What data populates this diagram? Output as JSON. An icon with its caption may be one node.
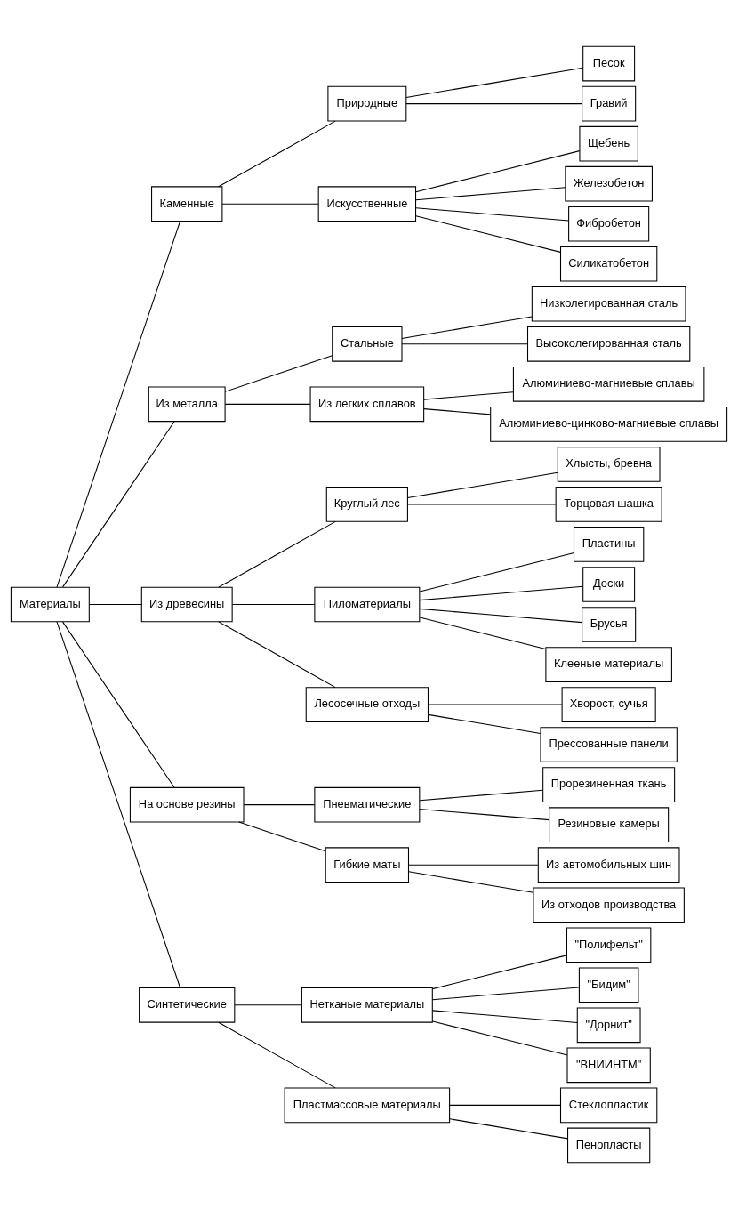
{
  "diagram": {
    "nodes": [
      {
        "text": [
          "Материалы"
        ]
      },
      {
        "text": [
          "Каменные"
        ]
      },
      {
        "text": [
          "Природные"
        ]
      },
      {
        "text": [
          "Песок"
        ]
      },
      {
        "text": [
          "Гравий"
        ]
      },
      {
        "text": [
          "Искусственные"
        ]
      },
      {
        "text": [
          "Щебень"
        ]
      },
      {
        "text": [
          "Железобетон"
        ]
      },
      {
        "text": [
          "Фибробетон"
        ]
      },
      {
        "text": [
          "Силикатобетон"
        ]
      },
      {
        "text": [
          "Из металла"
        ]
      },
      {
        "text": [
          "Стальные"
        ]
      },
      {
        "text": [
          "Низколегированная сталь"
        ]
      },
      {
        "text": [
          "Высоколегированная сталь"
        ]
      },
      {
        "text": [
          "Из легких сплавов"
        ]
      },
      {
        "text": [
          "Алюминиево-магниевые сплавы"
        ]
      },
      {
        "text": [
          "Алюминиево-цинково-магниевые сплавы"
        ]
      },
      {
        "text": [
          "Из древесины"
        ]
      },
      {
        "text": [
          "Круглый лес"
        ]
      },
      {
        "text": [
          "Хлысты, бревна"
        ]
      },
      {
        "text": [
          "Торцовая шашка"
        ]
      },
      {
        "text": [
          "Пиломатериалы"
        ]
      },
      {
        "text": [
          "Пластины"
        ]
      },
      {
        "text": [
          "Доски"
        ]
      },
      {
        "text": [
          "Брусья"
        ]
      },
      {
        "text": [
          "Клееные материалы"
        ]
      },
      {
        "text": [
          "Лесосечные отходы"
        ]
      },
      {
        "text": [
          "Хворост, сучья"
        ]
      },
      {
        "text": [
          "Прессованные панели"
        ]
      },
      {
        "text": [
          "На основе резины"
        ]
      },
      {
        "text": [
          "Пневматические"
        ]
      },
      {
        "text": [
          "Прорезиненная ткань"
        ]
      },
      {
        "text": [
          "Резиновые камеры"
        ]
      },
      {
        "text": [
          "Гибкие маты"
        ]
      },
      {
        "text": [
          "Из автомобильных шин"
        ]
      },
      {
        "text": [
          "Из отходов производства"
        ]
      },
      {
        "text": [
          "Синтетические"
        ]
      },
      {
        "text": [
          "Нетканые материалы"
        ]
      },
      {
        "text": [
          "\"Полифельт\""
        ]
      },
      {
        "text": [
          "\"Бидим\""
        ]
      },
      {
        "text": [
          "\"Дорнит\""
        ]
      },
      {
        "text": [
          "\"ВНИИНТМ\""
        ]
      },
      {
        "text": [
          "Пластмассовые материалы"
        ]
      },
      {
        "text": [
          "Стеклопластик"
        ]
      },
      {
        "text": [
          "Пенопласты"
        ]
      }
    ],
    "edges": [
      {
        "from": 0,
        "to": 1,
        "arrow": "none"
      },
      {
        "from": 1,
        "to": 2,
        "arrow": "none"
      },
      {
        "from": 2,
        "to": 3,
        "arrow": "none"
      },
      {
        "from": 2,
        "to": 4,
        "arrow": "none"
      },
      {
        "from": 1,
        "to": 5,
        "arrow": "none"
      },
      {
        "from": 5,
        "to": 6,
        "arrow": "none"
      },
      {
        "from": 5,
        "to": 7,
        "arrow": "none"
      },
      {
        "from": 5,
        "to": 8,
        "arrow": "none"
      },
      {
        "from": 5,
        "to": 9,
        "arrow": "none"
      },
      {
        "from": 0,
        "to": 10,
        "arrow": "none"
      },
      {
        "from": 10,
        "to": 11,
        "arrow": "none"
      },
      {
        "from": 11,
        "to": 12,
        "arrow": "none"
      },
      {
        "from": 11,
        "to": 13,
        "arrow": "none"
      },
      {
        "from": 10,
        "to": 14,
        "arrow": "none"
      },
      {
        "from": 14,
        "to": 15,
        "arrow": "none"
      },
      {
        "from": 14,
        "to": 16,
        "arrow": "none"
      },
      {
        "from": 0,
        "to": 17,
        "arrow": "none"
      },
      {
        "from": 17,
        "to": 18,
        "arrow": "none"
      },
      {
        "from": 18,
        "to": 19,
        "arrow": "none"
      },
      {
        "from": 18,
        "to": 20,
        "arrow": "none"
      },
      {
        "from": 17,
        "to": 21,
        "arrow": "none"
      },
      {
        "from": 21,
        "to": 22,
        "arrow": "none"
      },
      {
        "from": 21,
        "to": 23,
        "arrow": "none"
      },
      {
        "from": 21,
        "to": 24,
        "arrow": "none"
      },
      {
        "from": 21,
        "to": 25,
        "arrow": "none"
      },
      {
        "from": 17,
        "to": 26,
        "arrow": "none"
      },
      {
        "from": 26,
        "to": 27,
        "arrow": "none"
      },
      {
        "from": 26,
        "to": 28,
        "arrow": "none"
      },
      {
        "from": 0,
        "to": 29,
        "arrow": "none"
      },
      {
        "from": 29,
        "to": 30,
        "arrow": "none"
      },
      {
        "from": 30,
        "to": 31,
        "arrow": "none"
      },
      {
        "from": 30,
        "to": 32,
        "arrow": "none"
      },
      {
        "from": 29,
        "to": 33,
        "arrow": "none"
      },
      {
        "from": 33,
        "to": 34,
        "arrow": "none"
      },
      {
        "from": 33,
        "to": 35,
        "arrow": "none"
      },
      {
        "from": 0,
        "to": 36,
        "arrow": "none"
      },
      {
        "from": 36,
        "to": 37,
        "arrow": "none"
      },
      {
        "from": 37,
        "to": 38,
        "arrow": "none"
      },
      {
        "from": 37,
        "to": 39,
        "arrow": "none"
      },
      {
        "from": 37,
        "to": 40,
        "arrow": "none"
      },
      {
        "from": 37,
        "to": 41,
        "arrow": "none"
      },
      {
        "from": 36,
        "to": 42,
        "arrow": "none"
      },
      {
        "from": 42,
        "to": 43,
        "arrow": "none"
      },
      {
        "from": 42,
        "to": 44,
        "arrow": "none"
      }
    ]
  }
}
